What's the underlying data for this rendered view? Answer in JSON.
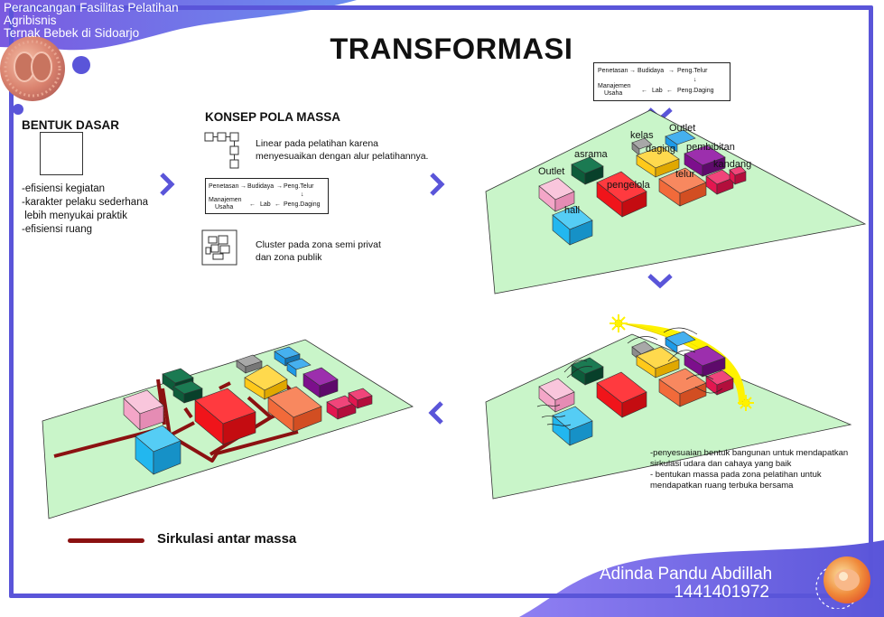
{
  "header": {
    "line1": "Perancangan Fasilitas Pelatihan Agribisnis",
    "line2": "Ternak Bebek di Sidoarjo"
  },
  "title": "TRANSFORMASI",
  "bentuk_dasar": {
    "heading": "BENTUK DASAR",
    "points": [
      "-efisiensi kegiatan",
      "-karakter pelaku sederhana",
      " lebih menyukai praktik",
      "-efisiensi ruang"
    ]
  },
  "konsep": {
    "heading": "KONSEP POLA MASSA",
    "linear_text": [
      "Linear pada pelatihan karena",
      "menyesuaikan dengan alur pelatihannya."
    ],
    "cluster_text": [
      "Cluster pada zona semi privat",
      "dan zona publik"
    ]
  },
  "flow": {
    "penetasan": "Penetasan",
    "budidaya": "Budidaya",
    "peng_telur": "Peng.Telur",
    "manajemen": "Manajemen",
    "usaha": "Usaha",
    "lab": "Lab",
    "peng_daging": "Peng.Daging"
  },
  "building_labels": {
    "kelas": "kelas",
    "outlet_top": "Outlet",
    "asrama": "asrama",
    "daging": "daging",
    "pembibitan": "pembibitan",
    "outlet_left": "Outlet",
    "kandang": "kandang",
    "pengelola": "pengelola",
    "telur": "telur",
    "hall": "hall"
  },
  "notes": [
    "-penyesuaian bentuk bangunan untuk mendapatkan",
    "sirkulasi udara dan cahaya yang baik",
    "- bentukan massa pada zona pelatihan untuk",
    "mendapatkan ruang terbuka bersama"
  ],
  "legend": {
    "label": "Sirkulasi antar massa",
    "color": "#8b1111"
  },
  "author": {
    "name": "Adinda Pandu Abdillah",
    "id": "1441401972"
  },
  "colors": {
    "accent": "#5a55d9",
    "site": "#c9f5c9",
    "pink": "#f4a6c8",
    "cyan": "#22b7ef",
    "darkgreen": "#0d5c3a",
    "red": "#f0141a",
    "orange": "#f26a3a",
    "yellow": "#ffc91a",
    "purple": "#7c0f8c",
    "crimson": "#e31650",
    "gray": "#8c8c8c",
    "blue": "#1e9be8"
  }
}
